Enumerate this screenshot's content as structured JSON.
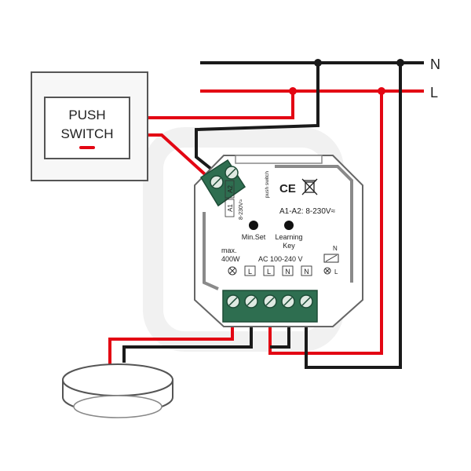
{
  "lines": {
    "neutral": "N",
    "live": "L"
  },
  "switch": {
    "line1": "PUSH",
    "line2": "SWITCH"
  },
  "module": {
    "terminal_a1": "A1",
    "terminal_a2": "A2",
    "terminal_a_voltage": "8-230V≈",
    "push_switch_label": "push switch",
    "ce_mark": "CE",
    "a1a2_rating": "A1-A2:  8-230V≈",
    "min_set": "Min.Set",
    "learning_key_1": "Learning",
    "learning_key_2": "Key",
    "max_label": "max.",
    "max_power": "400W",
    "ac_range": "AC 100-240  V",
    "terminals": [
      "L",
      "L",
      "N",
      "N"
    ],
    "input_n": "N",
    "input_l": "L"
  },
  "colors": {
    "live_wire": "#e30613",
    "neutral_wire": "#1a1a1a",
    "terminal_green": "#2e6e50"
  }
}
